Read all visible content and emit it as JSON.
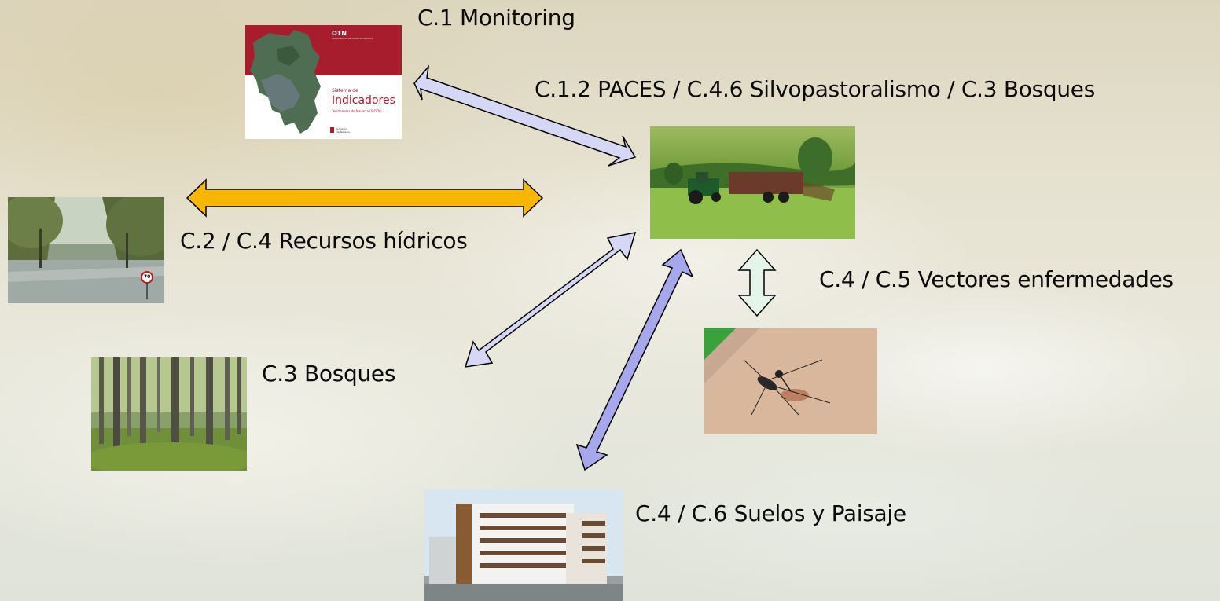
{
  "labels": {
    "monitoring": "C.1 Monitoring",
    "paces": "C.1.2 PACES / C.4.6 Silvopastoralismo / C.3 Bosques",
    "recursos": "C.2 / C.4 Recursos hídricos",
    "bosques": "C.3 Bosques",
    "vectores": "C.4 / C.5 Vectores enfermedades",
    "suelos": "C.4 / C.6 Suelos y Paisaje"
  },
  "cover": {
    "brand": "OTN",
    "brand_sub": "Observatorio Territorial de Navarra",
    "line1": "Sistema de",
    "title": "Indicadores",
    "line3": "Territoriales de Navarra (SIOTN)",
    "gov1": "Gobierno",
    "gov2": "de Navarra"
  },
  "sign_text": "70",
  "colors": {
    "arrow_lavender": "#d6d6f5",
    "arrow_purple": "#a7a7ec",
    "arrow_orange": "#f7b700",
    "arrow_mint": "#e6f5ea",
    "cover_red": "#a81d2e"
  }
}
